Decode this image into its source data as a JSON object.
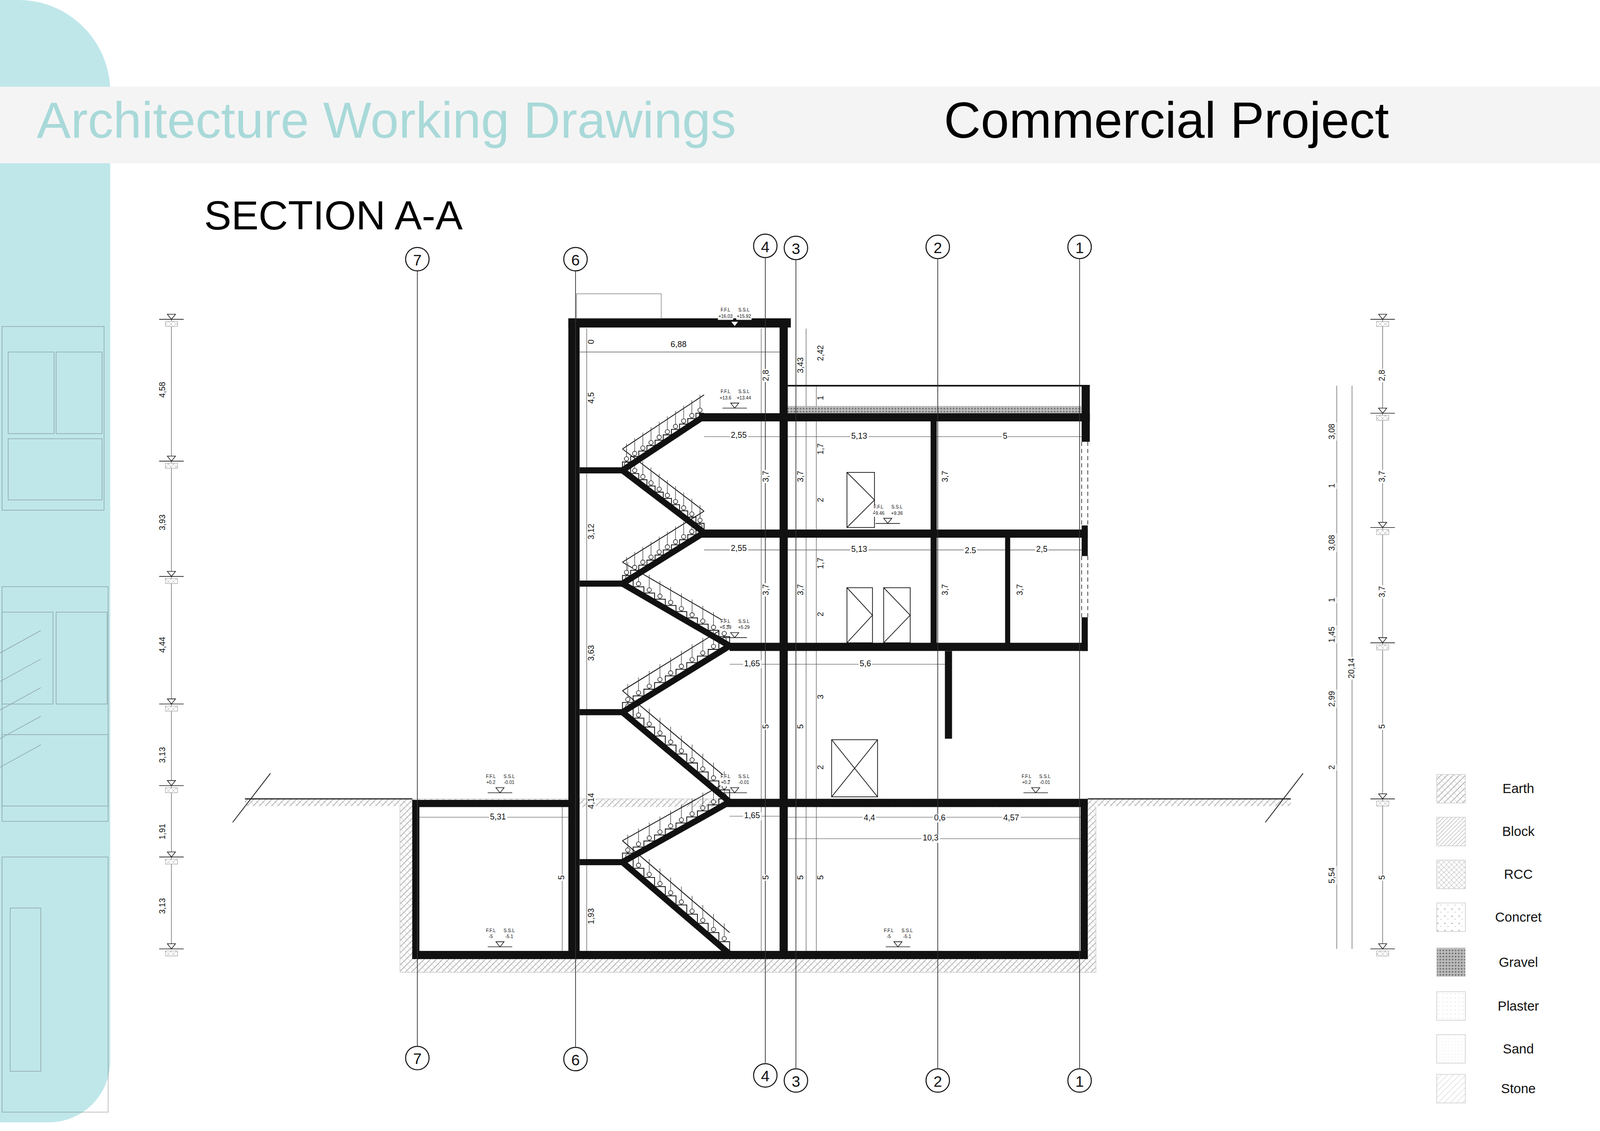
{
  "diagram": {
    "title": "SECTION A-A",
    "nodes": [
      {
        "text": [
          "7"
        ]
      },
      {
        "text": [
          "6"
        ]
      },
      {
        "text": [
          "4"
        ]
      },
      {
        "text": [
          "3"
        ]
      },
      {
        "text": [
          "2"
        ]
      },
      {
        "text": [
          "1"
        ]
      },
      {
        "text": [
          "7"
        ]
      },
      {
        "text": [
          "6"
        ]
      },
      {
        "text": [
          "4"
        ]
      },
      {
        "text": [
          "3"
        ]
      },
      {
        "text": [
          "2"
        ]
      },
      {
        "text": [
          "1"
        ]
      }
    ],
    "edges": [
      {
        "from": 0,
        "to": 6,
        "arrow": "none"
      },
      {
        "from": 1,
        "to": 7,
        "arrow": "none"
      },
      {
        "from": 2,
        "to": 8,
        "arrow": "none"
      },
      {
        "from": 3,
        "to": 9,
        "arrow": "none"
      },
      {
        "from": 4,
        "to": 10,
        "arrow": "none"
      },
      {
        "from": 5,
        "to": 11,
        "arrow": "none"
      }
    ],
    "labels": [
      "Architecture Working Drawings",
      "Commercial Project",
      "0",
      "6,88",
      "4,5",
      "2,8",
      "3,43",
      "2,42",
      "1",
      "2,55",
      "5,13",
      "5",
      "3,7",
      "3,7",
      "1,7",
      "2",
      "3,7",
      "3,12",
      "2,55",
      "5,13",
      "2.5",
      "2,5",
      "3,7",
      "3,7",
      "1,7",
      "2",
      "3,7",
      "3,7",
      "3,63",
      "1,65",
      "5,6",
      "3",
      "5",
      "5",
      "2",
      "4,14",
      "1,65",
      "4,4",
      "0,6",
      "4,57",
      "10,3",
      "5,31",
      "5",
      "5",
      "5",
      "5",
      "1,93",
      "4,58",
      "3,93",
      "4,44",
      "3,13",
      "1,91",
      "3,13",
      "3,08",
      "1",
      "3,08",
      "1",
      "1,45",
      "2,99",
      "2",
      "5,54",
      "20,14",
      "2,8",
      "3,7",
      "3,7",
      "5",
      "5",
      "F.F.L",
      "+16.03",
      "S.S.L",
      "+15.92",
      "F.F.L",
      "+13.6",
      "S.S.L",
      "+13.44",
      "F.F.L",
      "+9.46",
      "S.S.L",
      "+9.36",
      "F.F.L",
      "+5.39",
      "S.S.L",
      "+5.29",
      "F.F.L",
      "+0.2",
      "S.S.L",
      "-0.01",
      "F.F.L",
      "+0.2",
      "S.S.L",
      "-0.01",
      "F.F.L",
      "+0.2",
      "S.S.L",
      "-0.01",
      "F.F.L",
      "-5",
      "S.S.L",
      "-5.1",
      "F.F.L",
      "-5",
      "S.S.L",
      "-5.1"
    ],
    "legend": [
      {
        "text": "Earth"
      },
      {
        "text": "Block"
      },
      {
        "text": "RCC"
      },
      {
        "text": "Concret"
      },
      {
        "text": "Gravel"
      },
      {
        "text": "Plaster"
      },
      {
        "text": "Sand"
      },
      {
        "text": "Stone"
      }
    ]
  }
}
